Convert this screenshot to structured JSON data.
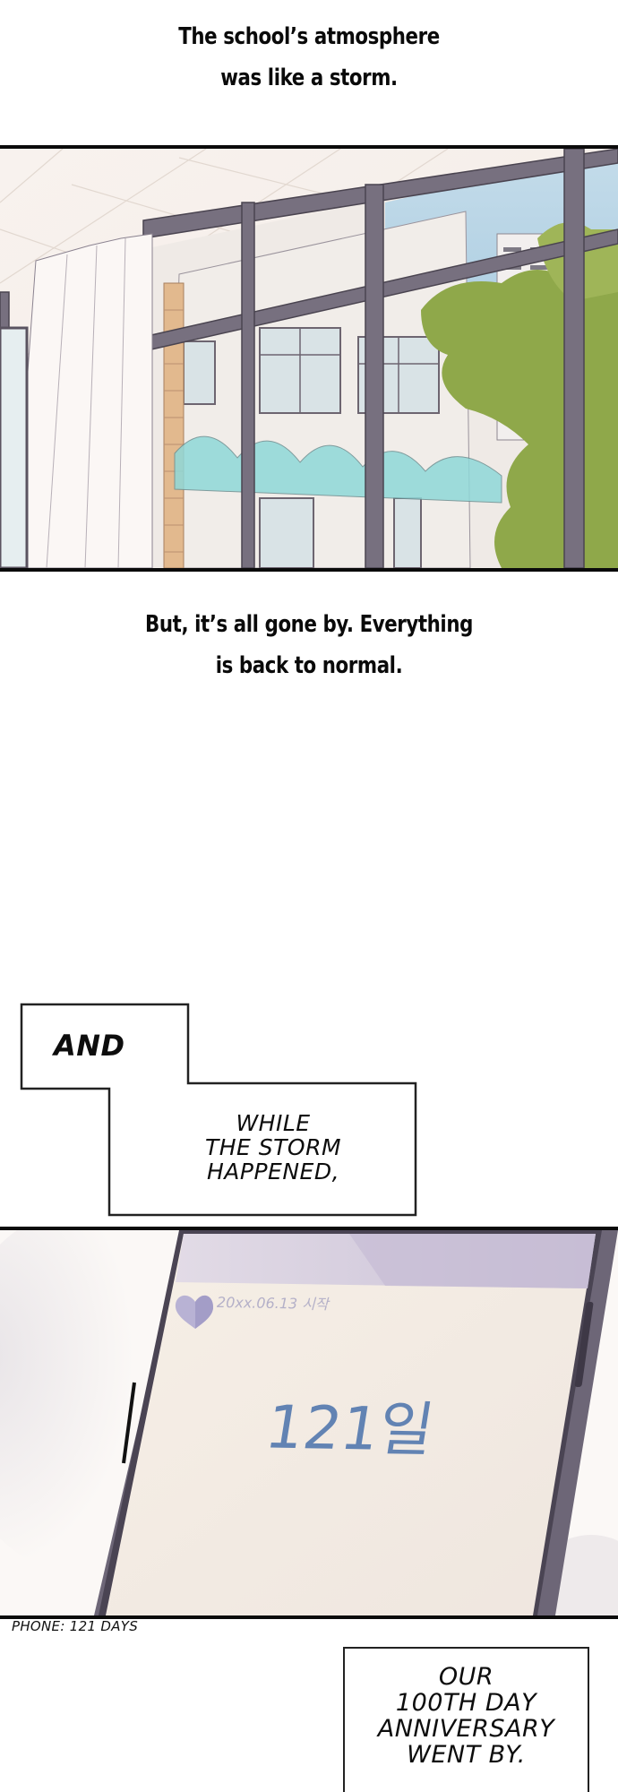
{
  "page": {
    "narration_1": {
      "line1": "The school’s atmosphere",
      "line2": "was like a storm."
    },
    "panel_school": {
      "description": "School hallway windows looking out onto another school building, trees and apartment towers under a blue sky"
    },
    "narration_2": {
      "line1": "But, it’s all gone by. Everything",
      "line2": "is back to normal."
    },
    "caption_and": {
      "text": "AND"
    },
    "caption_storm": {
      "line1": "WHILE",
      "line2": "THE STORM",
      "line3": "HAPPENED,"
    },
    "panel_phone": {
      "start_date": "20xx.06.13 시작",
      "day_count": "121일",
      "icon": "heart-icon"
    },
    "translation_note": {
      "text": "PHONE: 121 DAYS"
    },
    "caption_anniversary": {
      "line1": "OUR",
      "line2": "100TH DAY",
      "line3": "ANNIVERSARY",
      "line4": "WENT BY."
    }
  },
  "colors": {
    "panel_border": "#0b0b0b",
    "ceiling": "#f7f1ec",
    "window_frame": "#77707f",
    "sky": "#b9d6e8",
    "building_wall": "#efeae6",
    "canopy": "#8fd8d8",
    "tree": "#8fa84a",
    "phone_screen": "#f5ede4",
    "phone_header": "#d9d0e0",
    "phone_body": "#6d6677",
    "day_count": "#6283b3",
    "heart": "#b8b2d4",
    "date_text": "#b4b0c8"
  }
}
